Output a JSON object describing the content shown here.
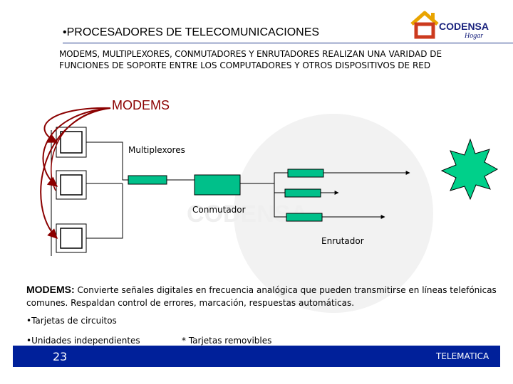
{
  "slide": {
    "title": "•PROCESADORES DE TELECOMUNICACIONES",
    "intro_caps": "MODEMS, MULTIPLEXORES, CONMUTADORES Y ENRUTADORES",
    "intro_rest": " REALIZAN UNA VARIDAD DE FUNCIONES DE SOPORTE  ENTRE LOS COMPUTADORES Y OTROS DISPOSITIVOS DE RED",
    "section_heading": "MODEMS"
  },
  "logo": {
    "brand": "CODENSA",
    "sub": "Hogar"
  },
  "diagram": {
    "labels": {
      "multiplexor": "Multiplexores",
      "conmutador": "Conmutador",
      "enrutador": "Enrutador"
    },
    "watermark": "CODENSA",
    "colors": {
      "device": "#00c08a",
      "arrow": "#8b0000",
      "network_cloud": "#00d08a"
    }
  },
  "description": {
    "term": "MODEMS:",
    "text": " Convierte señales digitales en frecuencia analógica que pueden transmitirse en líneas telefónicas comunes. Respaldan control de errores, marcación, respuestas automáticas."
  },
  "bullets": {
    "item1": "•Tarjetas de circuitos",
    "item2": "•Unidades independientes",
    "item3": "* Tarjetas removibles"
  },
  "footer": {
    "page_number": "23",
    "label": "TELEMATICA",
    "color": "#00209a"
  }
}
